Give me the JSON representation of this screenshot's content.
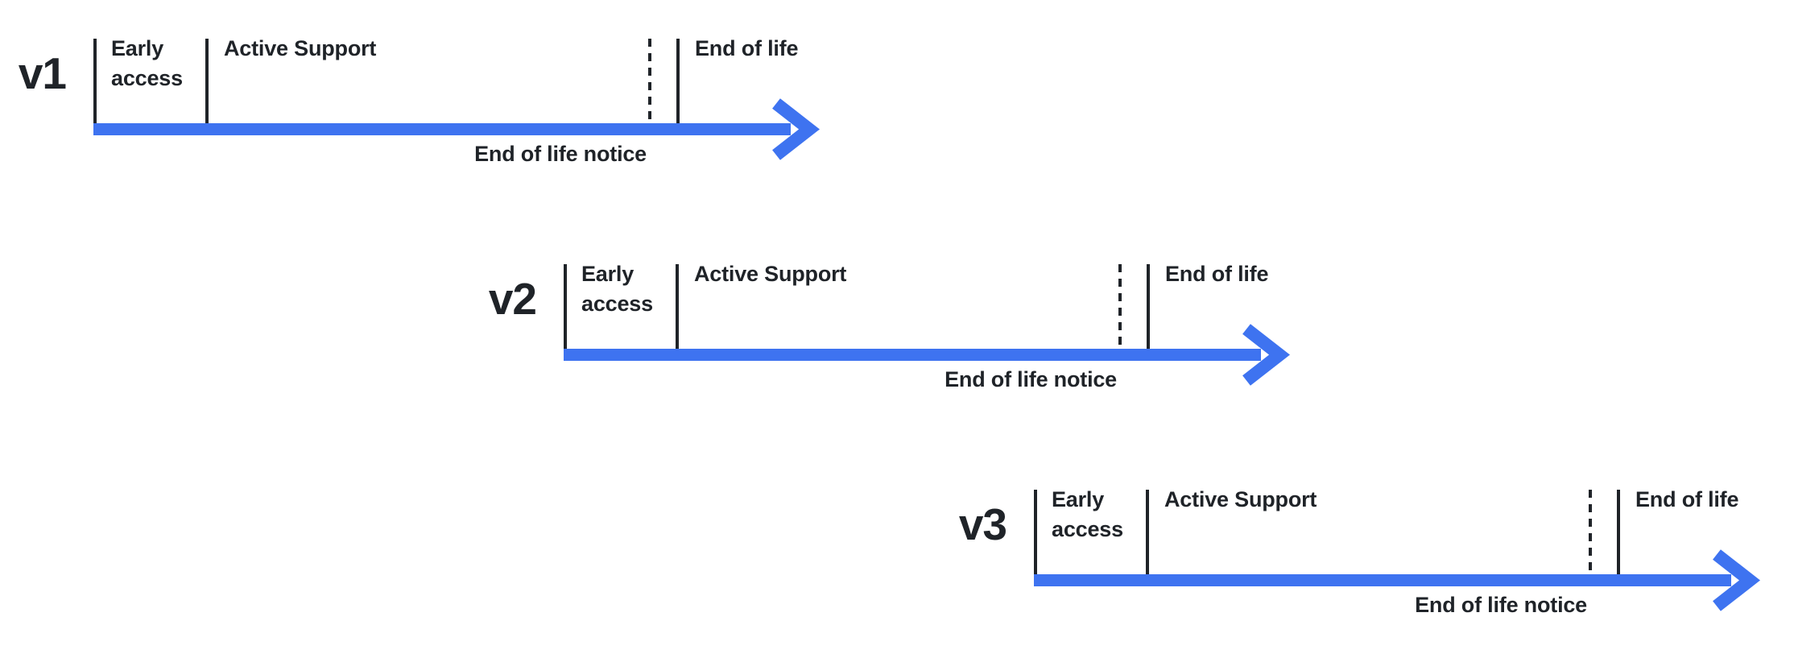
{
  "colors": {
    "timeline_blue": "#3e73f0",
    "ink": "#1f2328",
    "background": "#ffffff"
  },
  "timelines": [
    {
      "version": "v1",
      "phase_early_access": "Early access",
      "phase_active_support": "Active Support",
      "phase_end_of_life": "End of life",
      "milestone_end_of_life_notice": "End of life notice"
    },
    {
      "version": "v2",
      "phase_early_access": "Early access",
      "phase_active_support": "Active Support",
      "phase_end_of_life": "End of life",
      "milestone_end_of_life_notice": "End of life notice"
    },
    {
      "version": "v3",
      "phase_early_access": "Early access",
      "phase_active_support": "Active Support",
      "phase_end_of_life": "End of life",
      "milestone_end_of_life_notice": "End of life notice"
    }
  ]
}
